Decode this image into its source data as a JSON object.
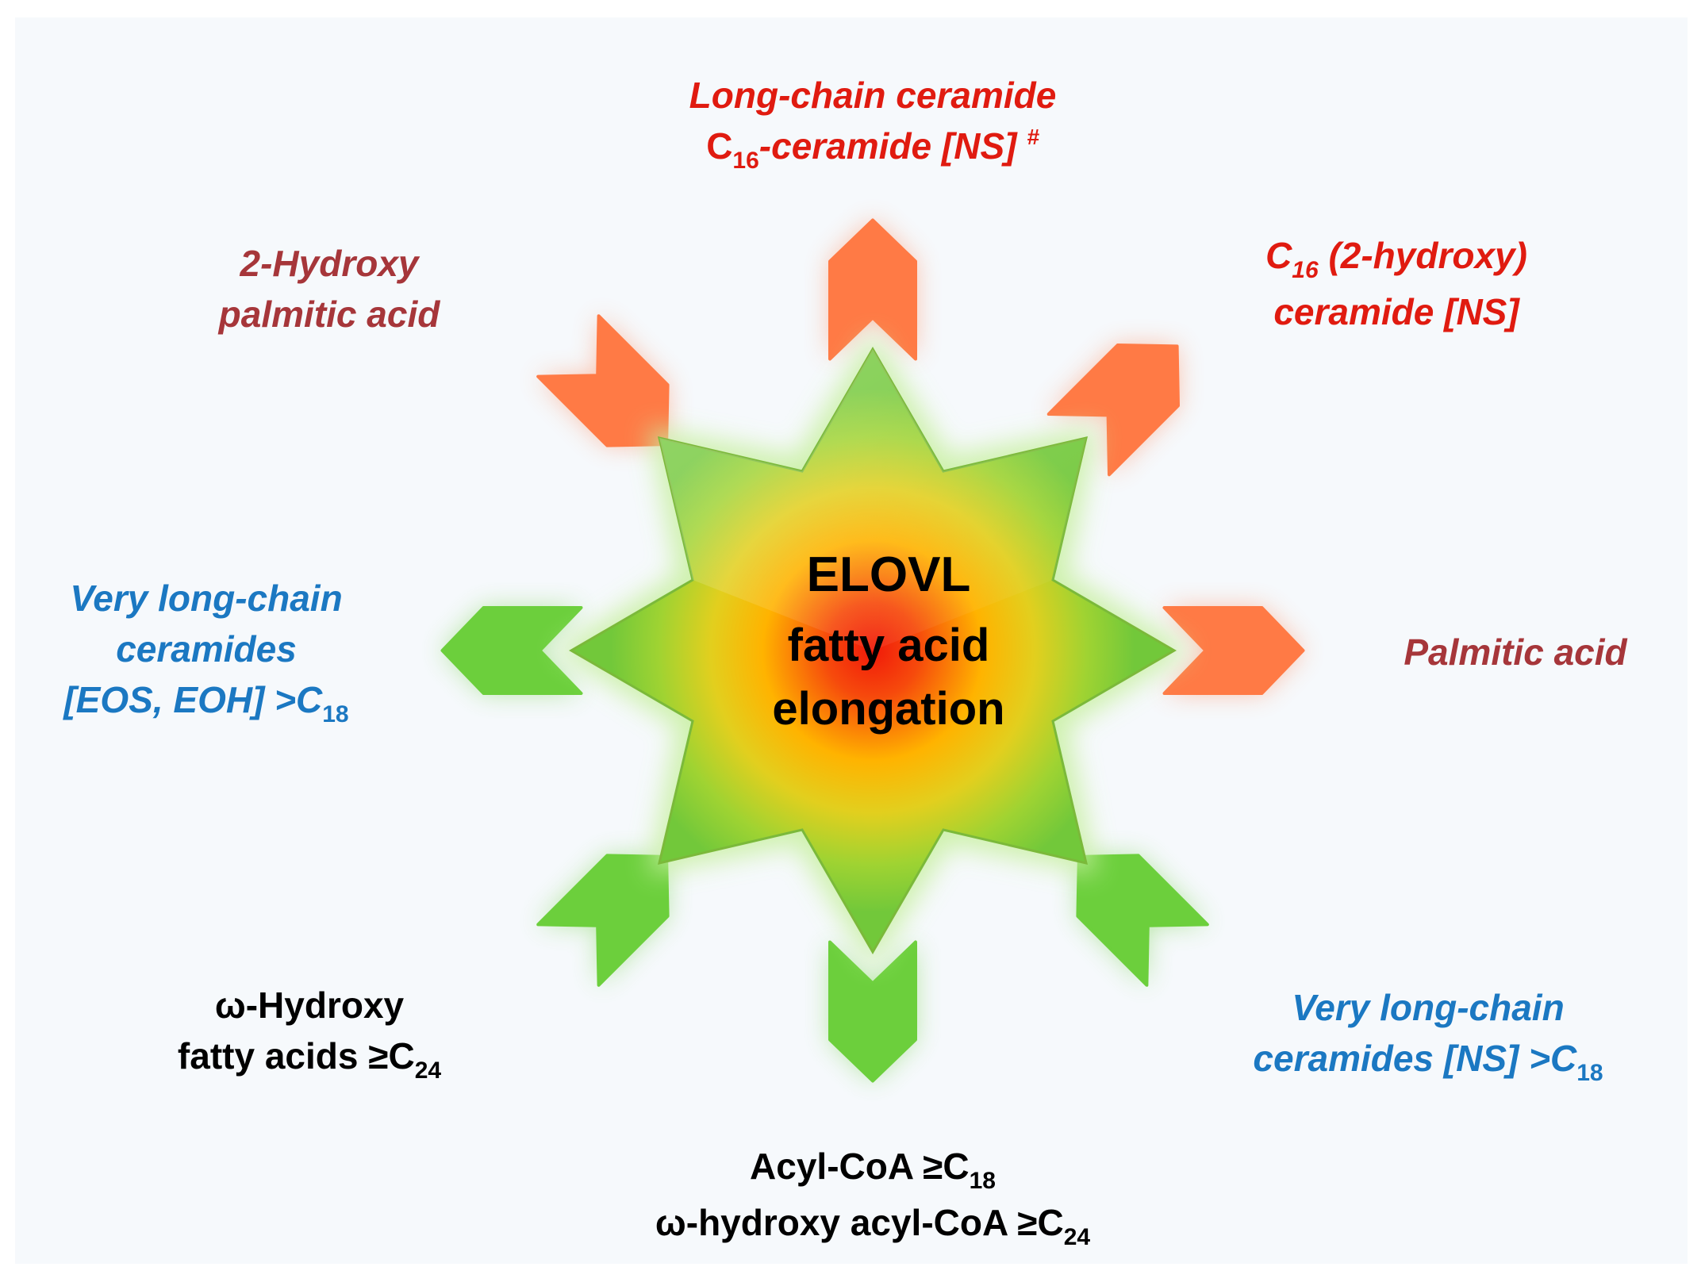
{
  "colors": {
    "background": "#f6f9fc",
    "inhibited_arrow": "#ff7a45",
    "elevated_arrow": "#6ccf3c",
    "dark_red_text": "#a6363a",
    "red_text": "#e01b10",
    "blue_text": "#1b78c2",
    "black_text": "#000000"
  },
  "center": {
    "title": "ELOVL",
    "subtitle_1": "fatty acid",
    "subtitle_2": "elongation"
  },
  "labels": {
    "top": {
      "line1": "Long-chain ceramide",
      "line2_pre": "C",
      "line2_sub": "16",
      "line2_post": "-ceramide [NS] ",
      "line2_sup": "#"
    },
    "top_right": {
      "line1_pre": "C",
      "line1_sub": "16",
      "line1_post": " (2-hydroxy)",
      "line2": "ceramide [NS]"
    },
    "top_left": {
      "line1": "2-Hydroxy",
      "line2": "palmitic acid"
    },
    "right": {
      "line1": "Palmitic acid"
    },
    "left": {
      "line1": "Very long-chain",
      "line2": "ceramides",
      "line3_pre": "[EOS, EOH] >C",
      "line3_sub": "18"
    },
    "bottom_right": {
      "line1": "Very long-chain",
      "line2_pre": "ceramides [NS] >C",
      "line2_sub": "18"
    },
    "bottom_left": {
      "line1": "ω-Hydroxy",
      "line2_pre": "fatty acids ≥C",
      "line2_sub": "24"
    },
    "bottom": {
      "line1_pre": "Acyl-CoA ≥C",
      "line1_sub": "18",
      "line2_pre": "ω-hydroxy acyl-CoA ≥C",
      "line2_sub": "24"
    }
  }
}
